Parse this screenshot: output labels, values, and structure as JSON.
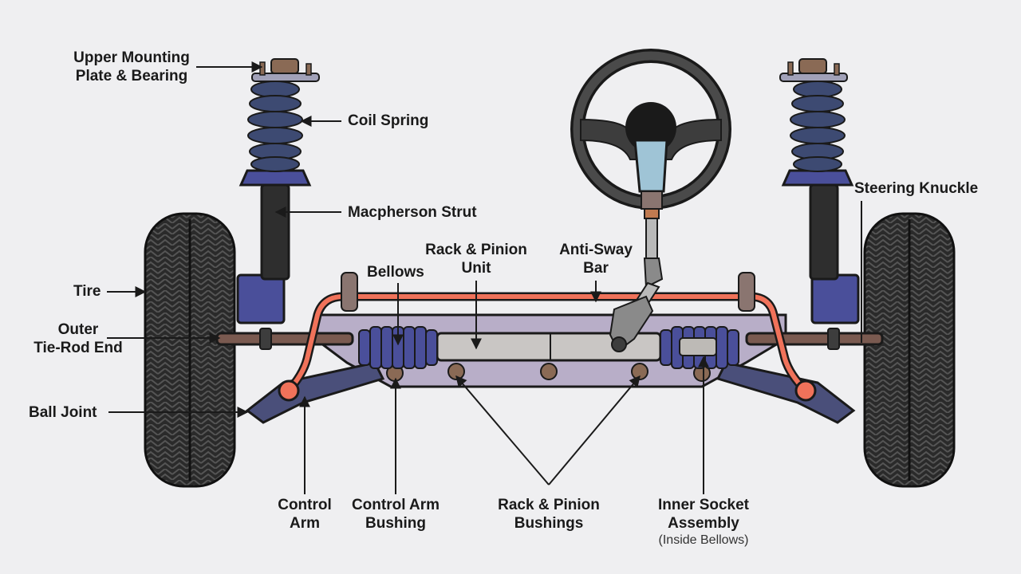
{
  "labels": {
    "upper_mount": [
      "Upper Mounting",
      "Plate & Bearing"
    ],
    "coil_spring": "Coil Spring",
    "macpherson_strut": "Macpherson Strut",
    "tire": "Tire",
    "outer_tie_rod": [
      "Outer",
      "Tie-Rod End"
    ],
    "ball_joint": "Ball Joint",
    "bellows": "Bellows",
    "rack_pinion_unit": [
      "Rack & Pinion",
      "Unit"
    ],
    "anti_sway_bar": [
      "Anti-Sway",
      "Bar"
    ],
    "steering_knuckle": "Steering Knuckle",
    "control_arm": [
      "Control",
      "Arm"
    ],
    "control_arm_bushing": [
      "Control Arm",
      "Bushing"
    ],
    "rack_pinion_bushings": [
      "Rack & Pinion",
      "Bushings"
    ],
    "inner_socket": [
      "Inner Socket",
      "Assembly"
    ],
    "inner_socket_note": "(Inside Bellows)"
  },
  "colors": {
    "background": "#efeff1",
    "spring": "#3d4a72",
    "sway_bar": "#f0725a",
    "bellows": "#4a4f9a",
    "subframe": "#b8aec8",
    "column": "#9fc4d6",
    "tire": "#262626",
    "outline": "#1a1a1a"
  }
}
